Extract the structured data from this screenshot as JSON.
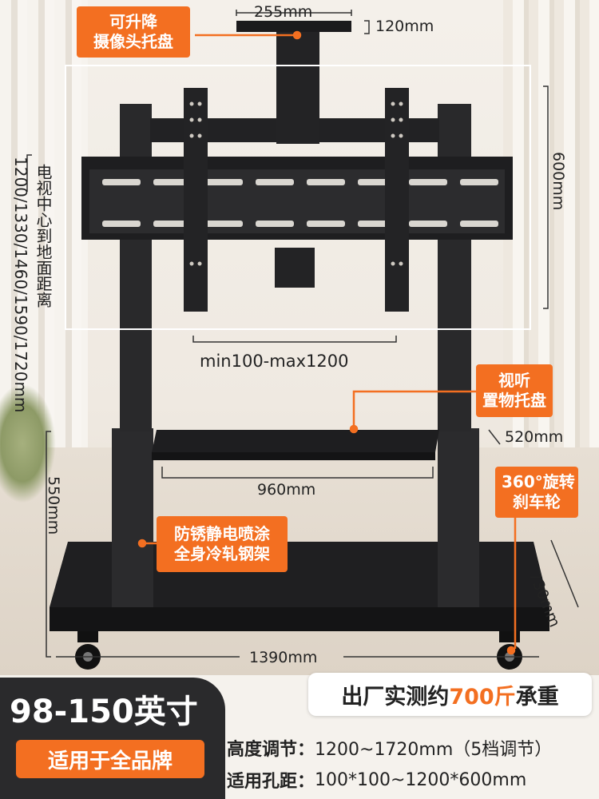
{
  "dimensions": {
    "camera_width": "255mm",
    "camera_depth": "120mm",
    "panel_height": "600mm",
    "vesa_range": "min100-max1200",
    "center_height_values": "1200/1330/1460/1590/1720mm",
    "center_height_label": "电视中心到地面距离",
    "tray_depth": "520mm",
    "tray_width": "960mm",
    "column_height": "550mm",
    "base_depth": "730mm",
    "base_width": "1390mm"
  },
  "callouts": {
    "camera_tray": [
      "可升降",
      "摄像头托盘"
    ],
    "av_tray": [
      "视听",
      "置物托盘"
    ],
    "wheels": [
      "360°旋转",
      "刹车轮"
    ],
    "frame": [
      "防锈静电喷涂",
      "全身冷轧钢架"
    ]
  },
  "bottom": {
    "size": "98-150英寸",
    "brand": "适用于全品牌",
    "load_prefix": "出厂实测约",
    "load_value": "700斤",
    "load_suffix": "承重",
    "specs": [
      {
        "label": "高度调节：",
        "value": "1200~1720mm（5档调节）"
      },
      {
        "label": "适用孔距：",
        "value": "100*100~1200*600mm"
      }
    ]
  },
  "colors": {
    "accent": "#f36f21",
    "stand": "#262628",
    "dark_panel": "#2a2a2c"
  }
}
